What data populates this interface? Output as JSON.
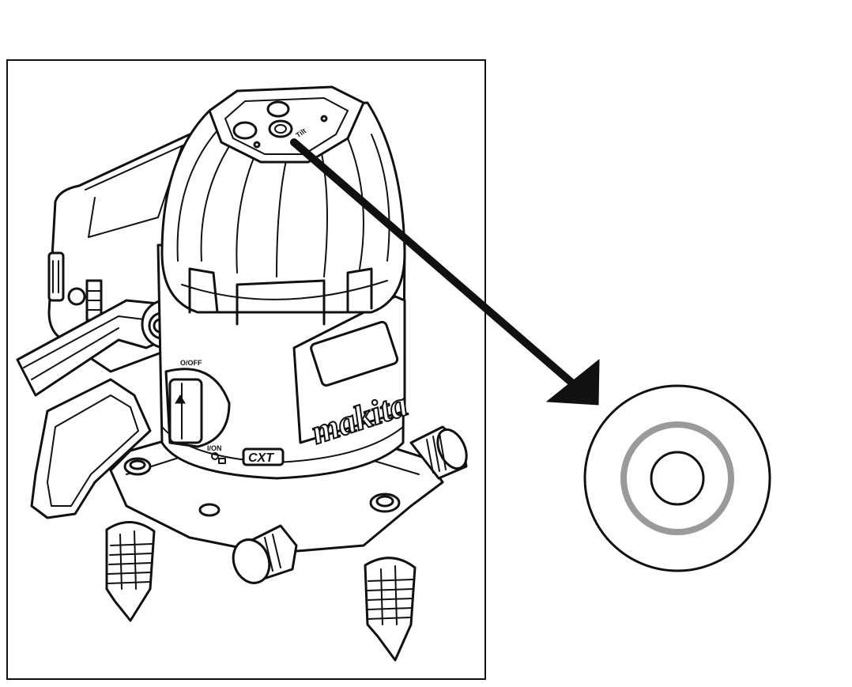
{
  "device": {
    "brand": "makita",
    "platform_badge": "CXT",
    "switch_label_top": "O/OFF",
    "switch_label_bottom": "I/ON",
    "top_panel_label": "Tilt"
  },
  "colors": {
    "line": "#111111",
    "background": "#ffffff",
    "indicator_ring": "#9a9a9a"
  },
  "icons": {
    "pointer": "arrow-icon",
    "detail": "magnified-indicator-icon"
  }
}
